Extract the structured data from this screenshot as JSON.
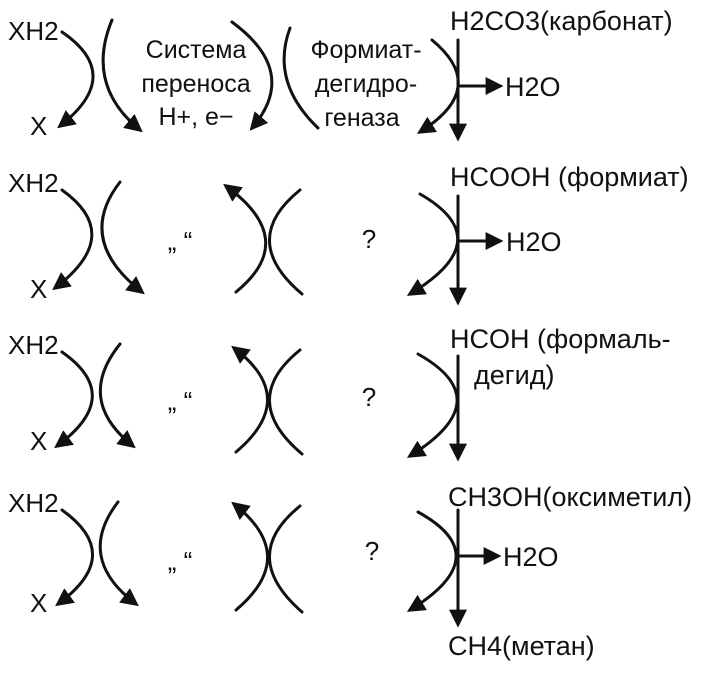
{
  "colors": {
    "ink": "#111111",
    "paper": "#ffffff"
  },
  "rows": [
    {
      "donor": "XH2",
      "acceptor": "X",
      "middle_1": [
        "Система",
        "переноса",
        "H+, e−"
      ],
      "middle_2": [
        "Формиат-",
        "дегидро-",
        "геназа"
      ],
      "substrate": "H2CO3(карбонат)",
      "water": "H2O"
    },
    {
      "donor": "XH2",
      "acceptor": "X",
      "ditto": "„ “",
      "enzyme": "?",
      "substrate": "HCOOH (формиат)",
      "water": "H2O"
    },
    {
      "donor": "XH2",
      "acceptor": "X",
      "ditto": "„ “",
      "enzyme": "?",
      "substrate_lines": [
        "HCOH (формаль-",
        "дегид)"
      ]
    },
    {
      "donor": "XH2",
      "acceptor": "X",
      "ditto": "„ “",
      "enzyme": "?",
      "substrate": "CH3OH(оксиметил)",
      "water": "H2O",
      "product": "CH4(метан)"
    }
  ]
}
